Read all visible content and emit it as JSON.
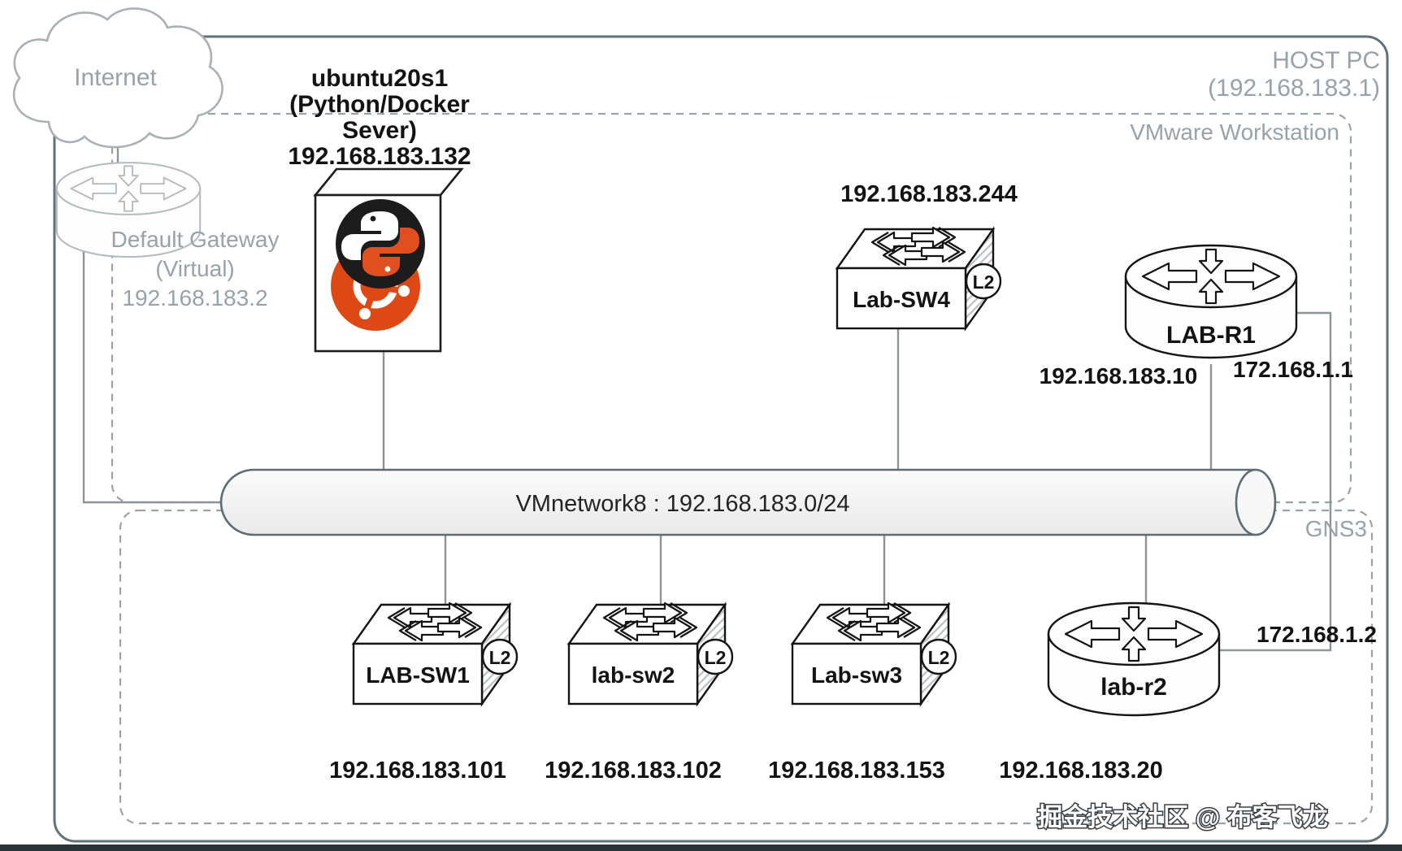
{
  "boundaries": {
    "host_pc": {
      "label": "HOST PC",
      "ip": "(192.168.183.1)"
    },
    "vmware": {
      "label": "VMware Workstation"
    },
    "gns3": {
      "label": "GNS3"
    }
  },
  "internet_cloud": {
    "label": "Internet",
    "icon": "cloud-icon"
  },
  "gateway": {
    "label_line1": "Default Gateway",
    "label_line2": "(Virtual)",
    "ip": "192.168.183.2",
    "icon": "router-4way-icon"
  },
  "server": {
    "name": "ubuntu20s1",
    "desc_line1": "(Python/Docker",
    "desc_line2": "Sever)",
    "ip": "192.168.183.132",
    "icons": [
      "python-logo",
      "ubuntu-logo"
    ]
  },
  "backbone": {
    "label": "VMnetwork8 : 192.168.183.0/24",
    "icon": "network-pipe"
  },
  "devices": {
    "sw4": {
      "name": "Lab-SW4",
      "badge": "L2",
      "ip": "192.168.183.244",
      "type": "l2-switch"
    },
    "r1": {
      "name": "LAB-R1",
      "ip_lan": "192.168.183.10",
      "ip_serial": "172.168.1.1",
      "type": "router"
    },
    "sw1": {
      "name": "LAB-SW1",
      "badge": "L2",
      "ip": "192.168.183.101",
      "type": "l2-switch"
    },
    "sw2": {
      "name": "lab-sw2",
      "badge": "L2",
      "ip": "192.168.183.102",
      "type": "l2-switch"
    },
    "sw3": {
      "name": "Lab-sw3",
      "badge": "L2",
      "ip": "192.168.183.153",
      "type": "l2-switch"
    },
    "r2": {
      "name": "lab-r2",
      "ip_lan": "192.168.183.20",
      "ip_serial": "172.168.1.2",
      "type": "router"
    }
  },
  "watermark": "掘金技术社区 @ 布客飞龙",
  "colors": {
    "label_gray": "#98a2a8",
    "line_gray": "#8a9499",
    "device_black": "#141414",
    "ubuntu_orange": "#dd4814",
    "pipe_fill": "#f2f2f2",
    "border_dark": "#63727a"
  }
}
